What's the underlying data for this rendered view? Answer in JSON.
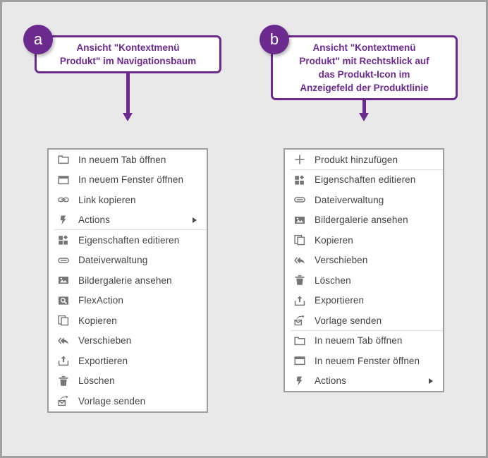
{
  "page": {
    "background_color": "#e9e9e9",
    "border_color": "#a0a0a0",
    "accent_color": "#6c2a8f"
  },
  "callouts": [
    {
      "badge": "a",
      "text": "Ansicht \"Kontextmenü\nProdukt\" im Navigationsbaum"
    },
    {
      "badge": "b",
      "text": "Ansicht \"Kontextmenü\nProdukt\" mit Rechtsklick auf\ndas Produkt-Icon im\nAnzeigefeld der Produktlinie"
    }
  ],
  "menus": [
    {
      "name": "navigation-tree-context-menu",
      "items": [
        {
          "icon": "new-tab-icon",
          "label": "In neuem Tab öffnen",
          "submenu": false,
          "separator_below": false
        },
        {
          "icon": "new-window-icon",
          "label": "In neuem Fenster öffnen",
          "submenu": false,
          "separator_below": false
        },
        {
          "icon": "link-icon",
          "label": "Link kopieren",
          "submenu": false,
          "separator_below": false
        },
        {
          "icon": "lightning-bolt-icon",
          "label": "Actions",
          "submenu": true,
          "separator_below": true
        },
        {
          "icon": "properties-icon",
          "label": "Eigenschaften editieren",
          "submenu": false,
          "separator_below": false
        },
        {
          "icon": "paperclip-icon",
          "label": "Dateiverwaltung",
          "submenu": false,
          "separator_below": false
        },
        {
          "icon": "image-icon",
          "label": "Bildergalerie ansehen",
          "submenu": false,
          "separator_below": false
        },
        {
          "icon": "search-box-icon",
          "label": "FlexAction",
          "submenu": false,
          "separator_below": false
        },
        {
          "icon": "copy-icon",
          "label": "Kopieren",
          "submenu": false,
          "separator_below": false
        },
        {
          "icon": "move-icon",
          "label": "Verschieben",
          "submenu": false,
          "separator_below": false
        },
        {
          "icon": "export-icon",
          "label": "Exportieren",
          "submenu": false,
          "separator_below": false
        },
        {
          "icon": "trash-icon",
          "label": "Löschen",
          "submenu": false,
          "separator_below": false
        },
        {
          "icon": "send-template-icon",
          "label": "Vorlage senden",
          "submenu": false,
          "separator_below": false
        }
      ]
    },
    {
      "name": "product-icon-context-menu",
      "items": [
        {
          "icon": "plus-icon",
          "label": "Produkt hinzufügen",
          "submenu": false,
          "separator_below": true
        },
        {
          "icon": "properties-icon",
          "label": "Eigenschaften editieren",
          "submenu": false,
          "separator_below": false
        },
        {
          "icon": "paperclip-icon",
          "label": "Dateiverwaltung",
          "submenu": false,
          "separator_below": false
        },
        {
          "icon": "image-icon",
          "label": "Bildergalerie ansehen",
          "submenu": false,
          "separator_below": false
        },
        {
          "icon": "copy-icon",
          "label": "Kopieren",
          "submenu": false,
          "separator_below": false
        },
        {
          "icon": "move-icon",
          "label": "Verschieben",
          "submenu": false,
          "separator_below": false
        },
        {
          "icon": "trash-icon",
          "label": "Löschen",
          "submenu": false,
          "separator_below": false
        },
        {
          "icon": "export-icon",
          "label": "Exportieren",
          "submenu": false,
          "separator_below": false
        },
        {
          "icon": "send-template-icon",
          "label": "Vorlage senden",
          "submenu": false,
          "separator_below": true
        },
        {
          "icon": "new-tab-icon",
          "label": "In neuem Tab öffnen",
          "submenu": false,
          "separator_below": false
        },
        {
          "icon": "new-window-icon",
          "label": "In neuem Fenster öffnen",
          "submenu": false,
          "separator_below": false
        },
        {
          "icon": "lightning-bolt-icon",
          "label": "Actions",
          "submenu": true,
          "separator_below": false
        }
      ]
    }
  ]
}
